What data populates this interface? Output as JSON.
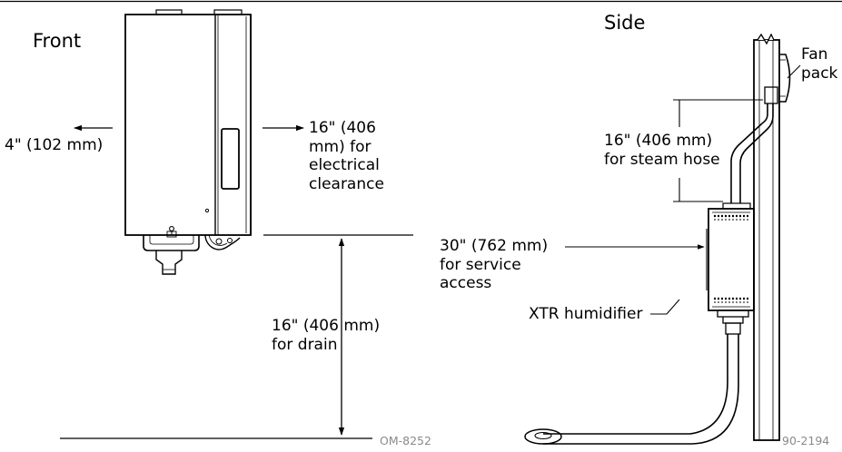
{
  "labels": {
    "front": "Front",
    "side": "Side",
    "fan_pack": "Fan\npack",
    "left_clearance": "4\" (102 mm)",
    "electrical_clearance": "16\" (406\nmm) for\nelectrical\nclearance",
    "steam_hose": "16\" (406 mm)\nfor steam hose",
    "service_access": "30\" (762 mm)\nfor service\naccess",
    "humidifier": "XTR humidifier",
    "drain": "16\" (406 mm)\nfor drain",
    "drawing_number_left": "OM-8252",
    "drawing_number_right": "90-2194"
  },
  "colors": {
    "line": "#000000",
    "muted_text": "#8a8a8a",
    "background": "#ffffff"
  }
}
